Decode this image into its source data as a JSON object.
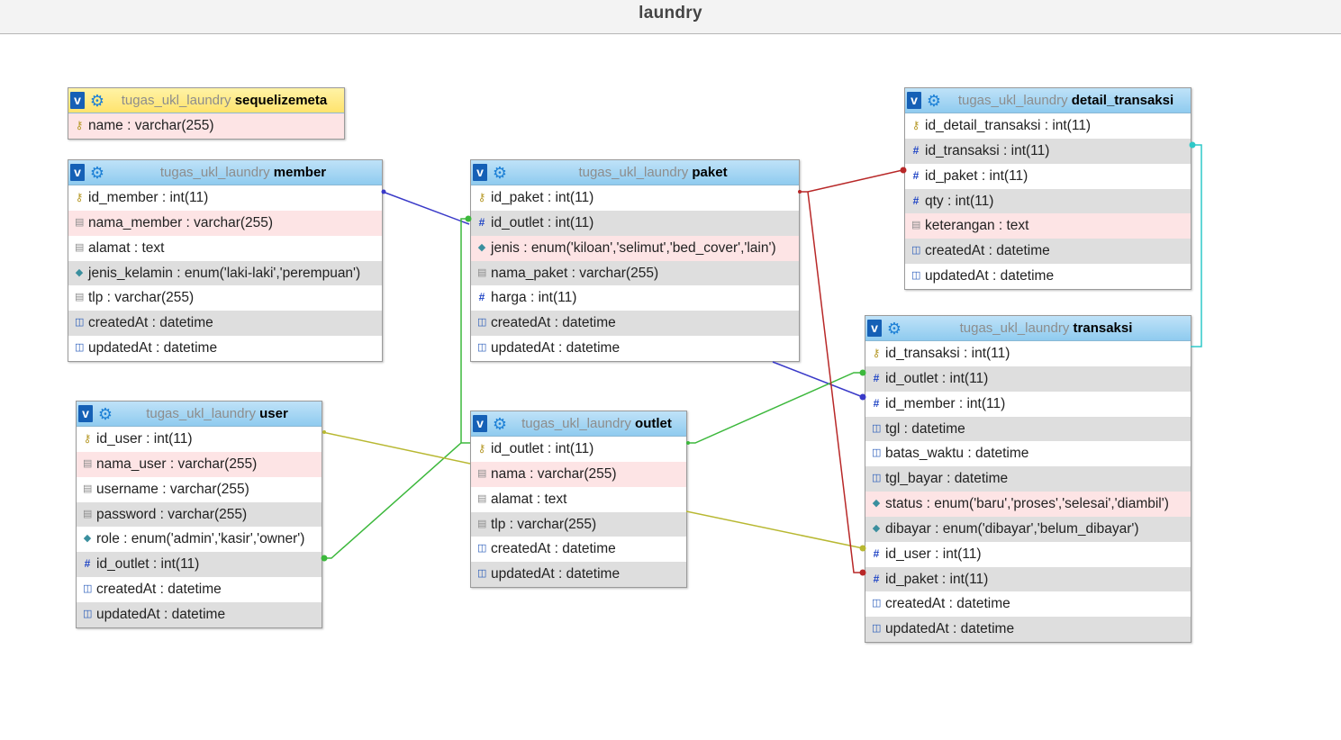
{
  "page": {
    "title": "laundry"
  },
  "tables": {
    "sequelizemeta": {
      "db": "tugas_ukl_laundry",
      "name": "sequelizemeta",
      "columns": [
        {
          "name": "name",
          "type": "varchar(255)"
        }
      ]
    },
    "member": {
      "db": "tugas_ukl_laundry",
      "name": "member",
      "columns": [
        {
          "name": "id_member",
          "type": "int(11)"
        },
        {
          "name": "nama_member",
          "type": "varchar(255)"
        },
        {
          "name": "alamat",
          "type": "text"
        },
        {
          "name": "jenis_kelamin",
          "type": "enum('laki-laki','perempuan')"
        },
        {
          "name": "tlp",
          "type": "varchar(255)"
        },
        {
          "name": "createdAt",
          "type": "datetime"
        },
        {
          "name": "updatedAt",
          "type": "datetime"
        }
      ]
    },
    "user": {
      "db": "tugas_ukl_laundry",
      "name": "user",
      "columns": [
        {
          "name": "id_user",
          "type": "int(11)"
        },
        {
          "name": "nama_user",
          "type": "varchar(255)"
        },
        {
          "name": "username",
          "type": "varchar(255)"
        },
        {
          "name": "password",
          "type": "varchar(255)"
        },
        {
          "name": "role",
          "type": "enum('admin','kasir','owner')"
        },
        {
          "name": "id_outlet",
          "type": "int(11)"
        },
        {
          "name": "createdAt",
          "type": "datetime"
        },
        {
          "name": "updatedAt",
          "type": "datetime"
        }
      ]
    },
    "paket": {
      "db": "tugas_ukl_laundry",
      "name": "paket",
      "columns": [
        {
          "name": "id_paket",
          "type": "int(11)"
        },
        {
          "name": "id_outlet",
          "type": "int(11)"
        },
        {
          "name": "jenis",
          "type": "enum('kiloan','selimut','bed_cover','lain')"
        },
        {
          "name": "nama_paket",
          "type": "varchar(255)"
        },
        {
          "name": "harga",
          "type": "int(11)"
        },
        {
          "name": "createdAt",
          "type": "datetime"
        },
        {
          "name": "updatedAt",
          "type": "datetime"
        }
      ]
    },
    "outlet": {
      "db": "tugas_ukl_laundry",
      "name": "outlet",
      "columns": [
        {
          "name": "id_outlet",
          "type": "int(11)"
        },
        {
          "name": "nama",
          "type": "varchar(255)"
        },
        {
          "name": "alamat",
          "type": "text"
        },
        {
          "name": "tlp",
          "type": "varchar(255)"
        },
        {
          "name": "createdAt",
          "type": "datetime"
        },
        {
          "name": "updatedAt",
          "type": "datetime"
        }
      ]
    },
    "detail_transaksi": {
      "db": "tugas_ukl_laundry",
      "name": "detail_transaksi",
      "columns": [
        {
          "name": "id_detail_transaksi",
          "type": "int(11)"
        },
        {
          "name": "id_transaksi",
          "type": "int(11)"
        },
        {
          "name": "id_paket",
          "type": "int(11)"
        },
        {
          "name": "qty",
          "type": "int(11)"
        },
        {
          "name": "keterangan",
          "type": "text"
        },
        {
          "name": "createdAt",
          "type": "datetime"
        },
        {
          "name": "updatedAt",
          "type": "datetime"
        }
      ]
    },
    "transaksi": {
      "db": "tugas_ukl_laundry",
      "name": "transaksi",
      "columns": [
        {
          "name": "id_transaksi",
          "type": "int(11)"
        },
        {
          "name": "id_outlet",
          "type": "int(11)"
        },
        {
          "name": "id_member",
          "type": "int(11)"
        },
        {
          "name": "tgl",
          "type": "datetime"
        },
        {
          "name": "batas_waktu",
          "type": "datetime"
        },
        {
          "name": "tgl_bayar",
          "type": "datetime"
        },
        {
          "name": "status",
          "type": "enum('baru','proses','selesai','diambil')"
        },
        {
          "name": "dibayar",
          "type": "enum('dibayar','belum_dibayar')"
        },
        {
          "name": "id_user",
          "type": "int(11)"
        },
        {
          "name": "id_paket",
          "type": "int(11)"
        },
        {
          "name": "createdAt",
          "type": "datetime"
        },
        {
          "name": "updatedAt",
          "type": "datetime"
        }
      ]
    }
  },
  "relations": [
    {
      "from": "member.id_member",
      "to": "transaksi.id_member",
      "color": "#3a3ac8"
    },
    {
      "from": "outlet.id_outlet",
      "to": "paket.id_outlet",
      "color": "#3cb83c"
    },
    {
      "from": "outlet.id_outlet",
      "to": "user.id_outlet",
      "color": "#3cb83c"
    },
    {
      "from": "outlet.id_outlet",
      "to": "transaksi.id_outlet",
      "color": "#3cb83c"
    },
    {
      "from": "user.id_user",
      "to": "transaksi.id_user",
      "color": "#b8b832"
    },
    {
      "from": "paket.id_paket",
      "to": "detail_transaksi.id_paket",
      "color": "#b82828"
    },
    {
      "from": "paket.id_paket",
      "to": "transaksi.id_paket",
      "color": "#b82828"
    },
    {
      "from": "transaksi.id_transaksi",
      "to": "detail_transaksi.id_transaksi",
      "color": "#2ec8c8"
    }
  ]
}
